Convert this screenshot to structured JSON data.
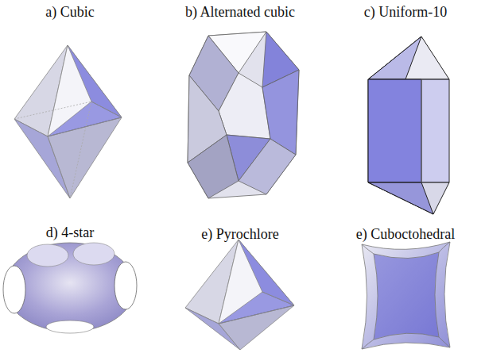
{
  "diagram": {
    "labels": [
      "a) Cubic",
      "b) Alternated cubic",
      "c) Uniform-10",
      "d) 4-star",
      "e) Pyrochlore",
      "e) Cuboctohedral"
    ]
  }
}
